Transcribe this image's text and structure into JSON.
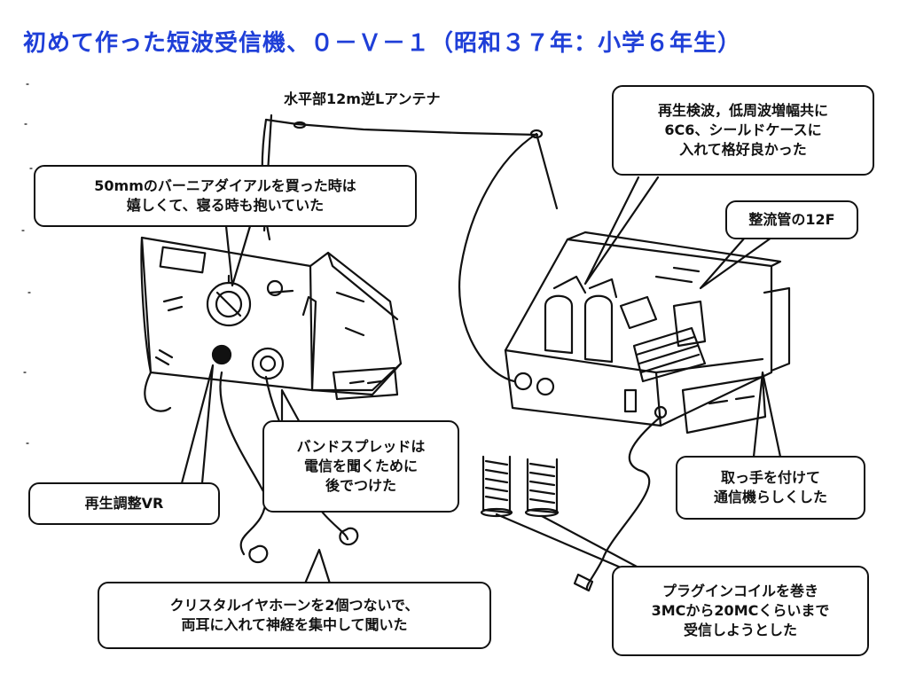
{
  "title": "初めて作った短波受信機、０－Ｖ－１（昭和３７年：小学６年生）",
  "antenna_label": "水平部12m逆Lアンテナ",
  "callouts": {
    "dial": "50mmのバーニアダイアルを買った時は\n嬉しくて、寝る時も抱いていた",
    "detector": "再生検波，低周波増幅共に\n6C6、シールドケースに\n入れて格好良かった",
    "rectifier": "整流管の12F",
    "bandspread": "バンドスプレッドは\n電信を聞くために\n後でつけた",
    "regen_vr": "再生調整VR",
    "handle": "取っ手を付けて\n通信機らしくした",
    "earphone": "クリスタルイヤホーンを2個つないで、\n両耳に入れて神経を集中して聞いた",
    "coils": "プラグインコイルを巻き\n3MCから20MCくらいまで\n受信しようとした"
  }
}
